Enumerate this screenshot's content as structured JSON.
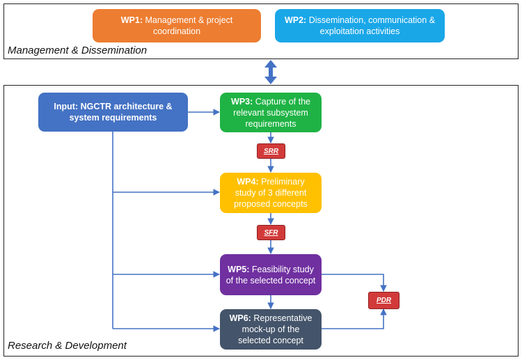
{
  "panels": {
    "management": {
      "label": "Management & Dissemination"
    },
    "research": {
      "label": "Research & Development"
    }
  },
  "work_packages": {
    "wp1": {
      "id": "WP1:",
      "text": "Management & project coordination",
      "color": "#ed7d31"
    },
    "wp2": {
      "id": "WP2:",
      "text": "Dissemination, communication & exploitation activities",
      "color": "#1aa7e8"
    },
    "input": {
      "id": "Input:",
      "text": "NGCTR architecture & system requirements",
      "color": "#4472c4"
    },
    "wp3": {
      "id": "WP3:",
      "text": "Capture of the relevant subsystem requirements",
      "color": "#1fb345"
    },
    "wp4": {
      "id": "WP4:",
      "text": "Preliminary study of 3 different proposed concepts",
      "color": "#ffc000"
    },
    "wp5": {
      "id": "WP5:",
      "text": "Feasibility study of the selected concept",
      "color": "#7030a0"
    },
    "wp6": {
      "id": "WP6:",
      "text": "Representative mock-up of the selected concept",
      "color": "#44546a"
    }
  },
  "milestones": {
    "srr": "SRR",
    "sfr": "SFR",
    "pdr": "PDR"
  },
  "colors": {
    "connector": "#4472c4",
    "milestone": "#d23a3a"
  }
}
